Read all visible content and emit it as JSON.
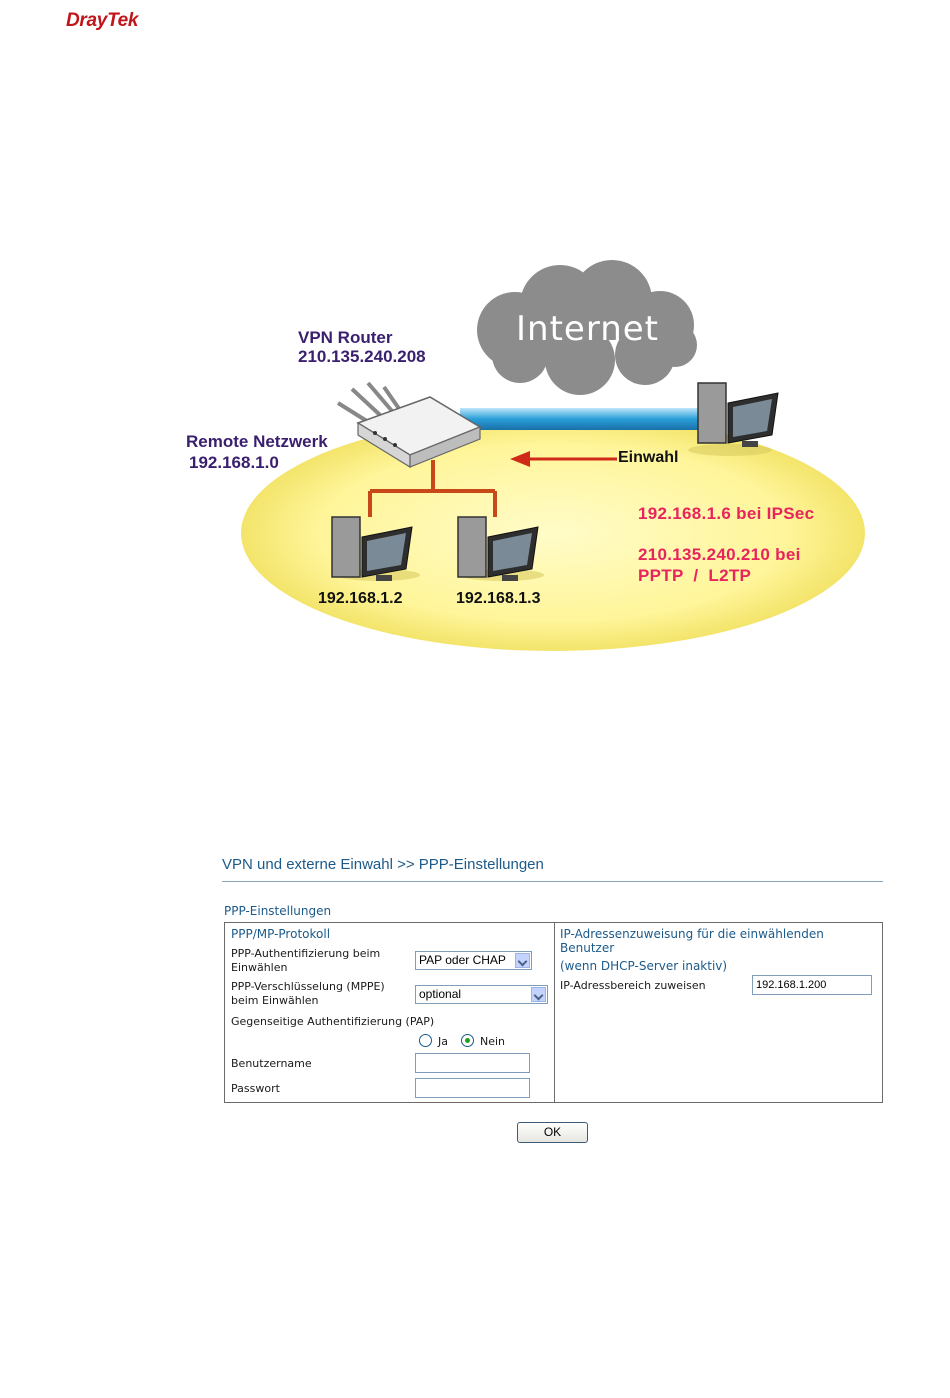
{
  "header": {
    "logo_dray": "Dray",
    "logo_tek": "Tek"
  },
  "diagram": {
    "internet": "Internet",
    "router_name": "VPN Router",
    "router_ip": "210.135.240.208",
    "remote_network_name": "Remote Netzwerk",
    "remote_network_ip": "192.168.1.0",
    "dial_in": "Einwahl",
    "ipsec_line": "192.168.1.6 bei IPSec",
    "pptp_line1": "210.135.240.210 bei",
    "pptp_line2": "PPTP  /  L2TP",
    "host1_ip": "192.168.1.2",
    "host2_ip": "192.168.1.3",
    "colors": {
      "ellipse": "#fff8a0",
      "tunnel": "#2a9fd8",
      "link": "#c8481a",
      "arrow": "#d02a18",
      "cloud": "#8c8c8c"
    }
  },
  "breadcrumb": "VPN und externe Einwahl >> PPP-Einstellungen",
  "form": {
    "section_title": "PPP-Einstellungen",
    "left": {
      "heading": "PPP/MP-Protokoll",
      "auth_label_1": "PPP-Authentifizierung beim",
      "auth_label_2": "Einwählen",
      "auth_value": "PAP oder CHAP",
      "enc_label_1": "PPP-Verschlüsselung (MPPE)",
      "enc_label_2": "beim Einwählen",
      "enc_value": "optional",
      "mutual_label": "Gegenseitige Authentifizierung (PAP)",
      "radio_yes": "Ja",
      "radio_no": "Nein",
      "radio_selected": "Nein",
      "username_label": "Benutzername",
      "username_value": "",
      "password_label": "Passwort",
      "password_value": ""
    },
    "right": {
      "heading_1": "IP-Adressenzuweisung für die einwählenden",
      "heading_2": "Benutzer",
      "heading_3": "(wenn DHCP-Server inaktiv)",
      "range_label": "IP-Adressbereich zuweisen",
      "range_value": "192.168.1.200"
    },
    "ok_label": "OK"
  }
}
